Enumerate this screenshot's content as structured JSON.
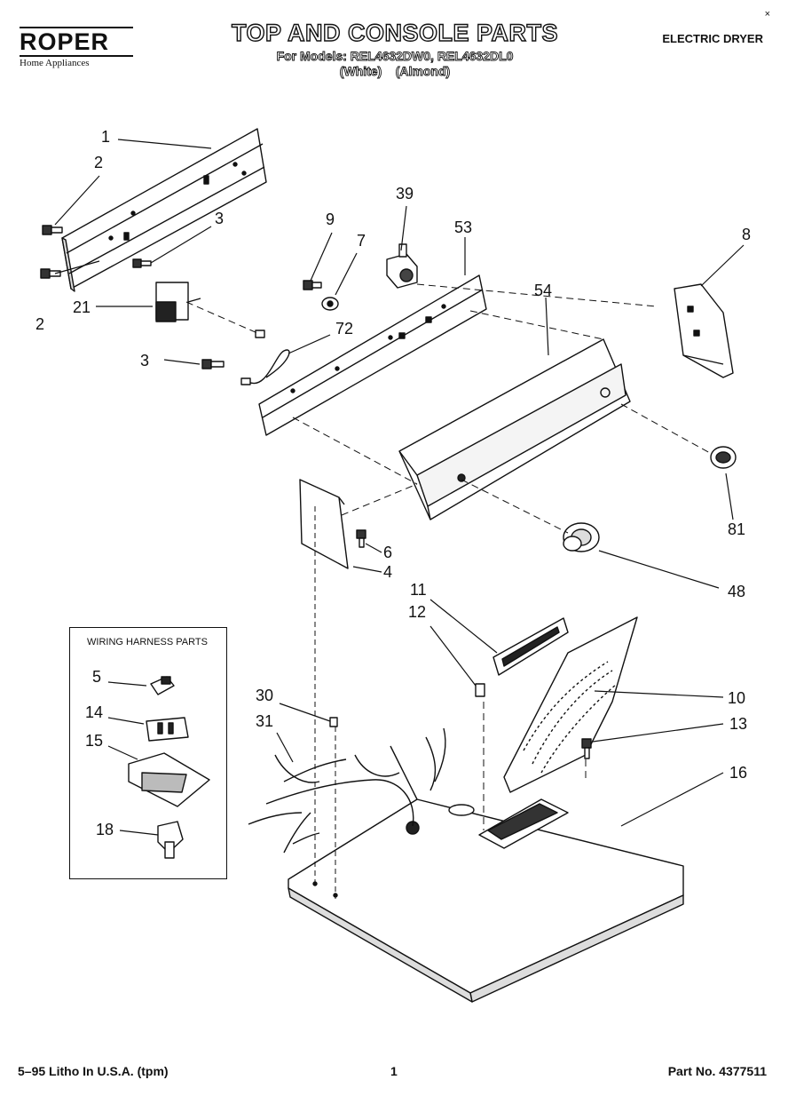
{
  "header": {
    "brand": "ROPER",
    "brand_sub": "Home Appliances",
    "title": "TOP AND CONSOLE PARTS",
    "models_line": "For Models: REL4632DW0, REL4632DL0",
    "colors_line": "(White)    (Almond)",
    "product": "ELECTRIC DRYER",
    "corner_mark": "×"
  },
  "legend": {
    "title": "WIRING HARNESS PARTS"
  },
  "callouts": {
    "c1": "1",
    "c2a": "2",
    "c2b": "2",
    "c3a": "3",
    "c3b": "3",
    "c21": "21",
    "c9": "9",
    "c7": "7",
    "c39": "39",
    "c53": "53",
    "c8": "8",
    "c54": "54",
    "c72": "72",
    "c81": "81",
    "c48": "48",
    "c6": "6",
    "c4": "4",
    "c11": "11",
    "c12": "12",
    "c10": "10",
    "c13": "13",
    "c16": "16",
    "c30": "30",
    "c31": "31",
    "c5": "5",
    "c14": "14",
    "c15": "15",
    "c18": "18"
  },
  "footer": {
    "left": "5–95 Litho In U.S.A. (tpm)",
    "center": "1",
    "right": "Part No. 4377511"
  }
}
